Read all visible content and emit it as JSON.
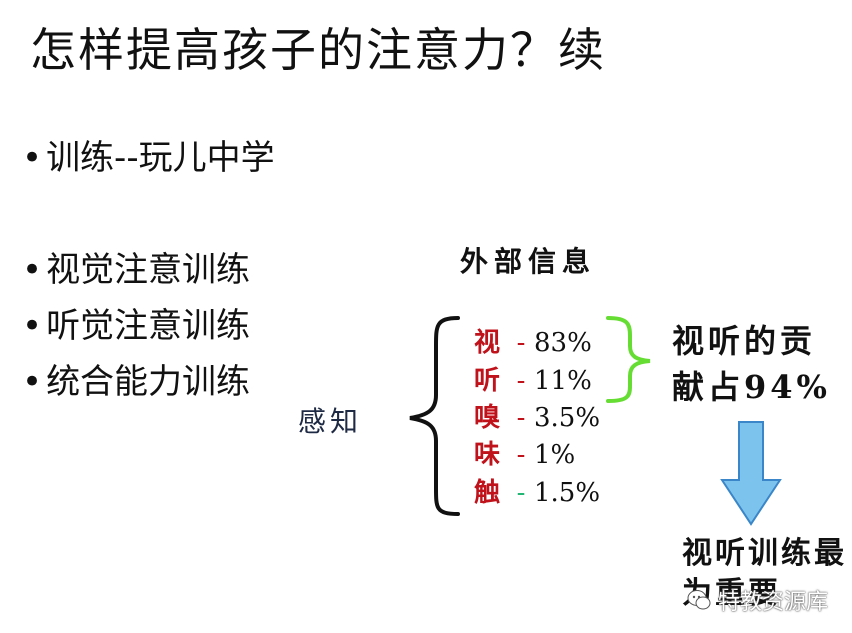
{
  "title": "怎样提高孩子的注意力？续",
  "bullets": [
    {
      "dot": "•",
      "text": "训练--玩儿中学"
    },
    {
      "dot": "•",
      "text": "视觉注意训练"
    },
    {
      "dot": "•",
      "text": "听觉注意训练"
    },
    {
      "dot": "•",
      "text": "统合能力训练"
    }
  ],
  "external_info_label": "外部信息",
  "perception_label": "感知",
  "senses": [
    {
      "name": "视",
      "dash": "-",
      "percent": "83%"
    },
    {
      "name": "听",
      "dash": "-",
      "percent": "11%"
    },
    {
      "name": "嗅",
      "dash": "-",
      "percent": "3.5%"
    },
    {
      "name": "味",
      "dash": "-",
      "percent": "1%"
    },
    {
      "name": "触",
      "dash": "-",
      "percent": "1.5%"
    }
  ],
  "contribution_text": "视听的贡献占94%",
  "conclusion_text": "视听训练最为重要",
  "watermark": {
    "text": "特教资源库",
    "icon": "wechat-bubble-icon"
  },
  "colors": {
    "sense_red": "#c0121a",
    "green_brace": "#66dd33",
    "arrow_fill": "#7cc4ee",
    "arrow_stroke": "#3a86c8"
  }
}
